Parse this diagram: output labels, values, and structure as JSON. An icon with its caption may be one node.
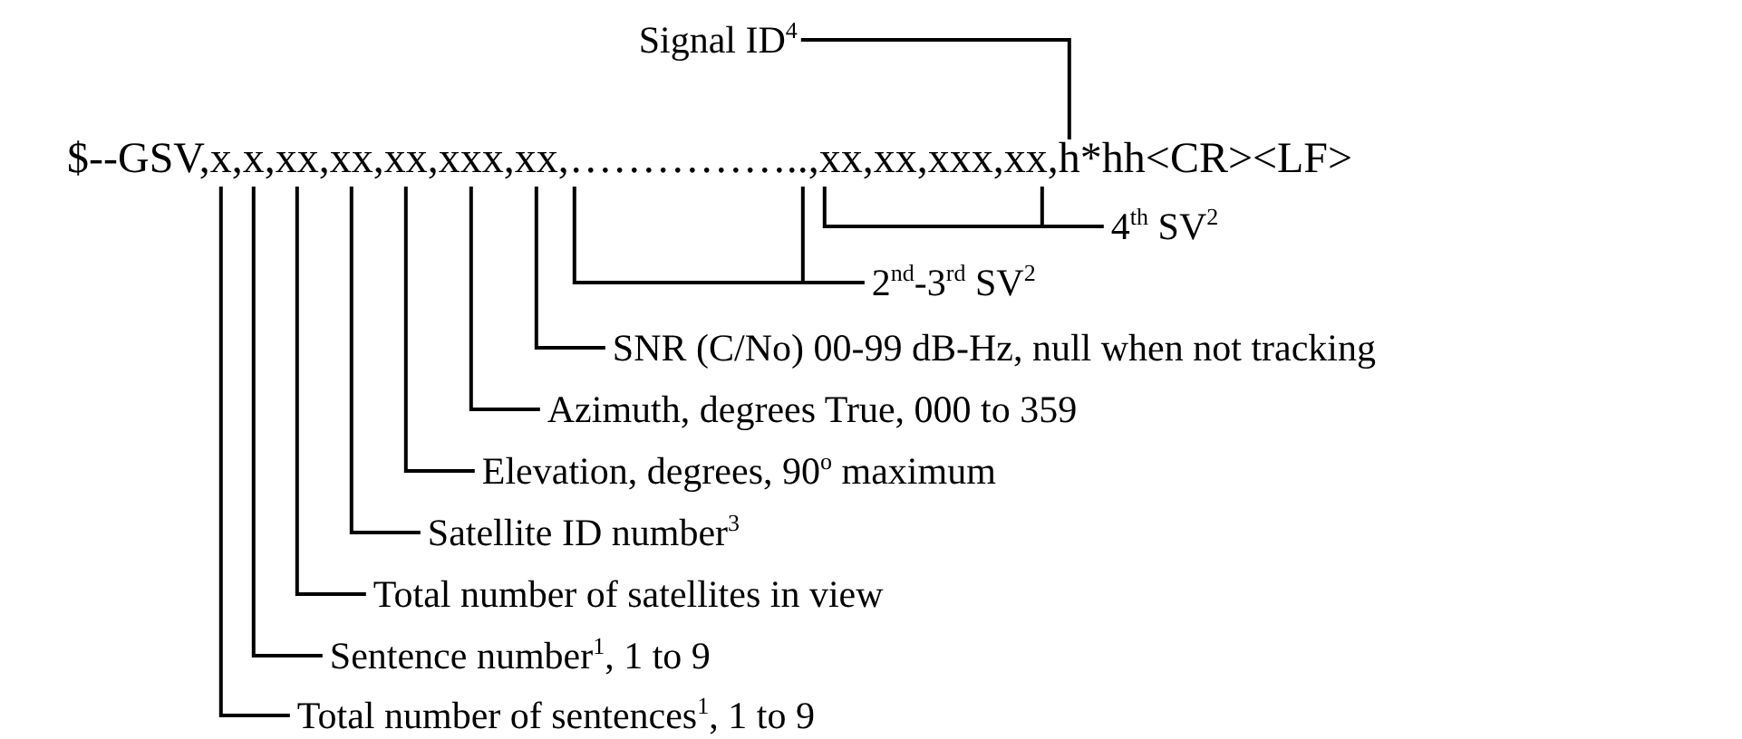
{
  "diagram": {
    "nodes": [
      {
        "text": [
          "Signal ID$^{4}$"
        ]
      },
      {
        "text": [
          "$--GSV,x,x,xx,xx,xx,xxx,xx,……………..,xx,xx,xxx,xx,h*hh<CR><LF>"
        ]
      },
      {
        "text": [
          "4$^{th}$ SV$^{2}$"
        ]
      },
      {
        "text": [
          "2$^{nd}$-3$^{rd}$ SV$^{2}$"
        ]
      },
      {
        "text": [
          "SNR (C/No) 00-99 dB-Hz, null when not tracking"
        ]
      },
      {
        "text": [
          "Azimuth, degrees True, 000 to 359"
        ]
      },
      {
        "text": [
          "Elevation, degrees, 90$^{o}$ maximum"
        ]
      },
      {
        "text": [
          "Satellite ID number$^{3}$"
        ]
      },
      {
        "text": [
          "Total number of satellites in view"
        ]
      },
      {
        "text": [
          "Sentence number$^{1}$, 1 to 9"
        ]
      },
      {
        "text": [
          "Total number of sentences$^{1}$, 1 to 9"
        ]
      }
    ],
    "edges": [
      {
        "from": 0,
        "to": 1,
        "arrow": "none"
      },
      {
        "from": 2,
        "to": 1,
        "arrow": "none"
      },
      {
        "from": 3,
        "to": 1,
        "arrow": "none"
      },
      {
        "from": 4,
        "to": 1,
        "arrow": "none"
      },
      {
        "from": 5,
        "to": 1,
        "arrow": "none"
      },
      {
        "from": 6,
        "to": 1,
        "arrow": "none"
      },
      {
        "from": 7,
        "to": 1,
        "arrow": "none"
      },
      {
        "from": 8,
        "to": 1,
        "arrow": "none"
      },
      {
        "from": 9,
        "to": 1,
        "arrow": "none"
      },
      {
        "from": 10,
        "to": 1,
        "arrow": "none"
      }
    ]
  }
}
